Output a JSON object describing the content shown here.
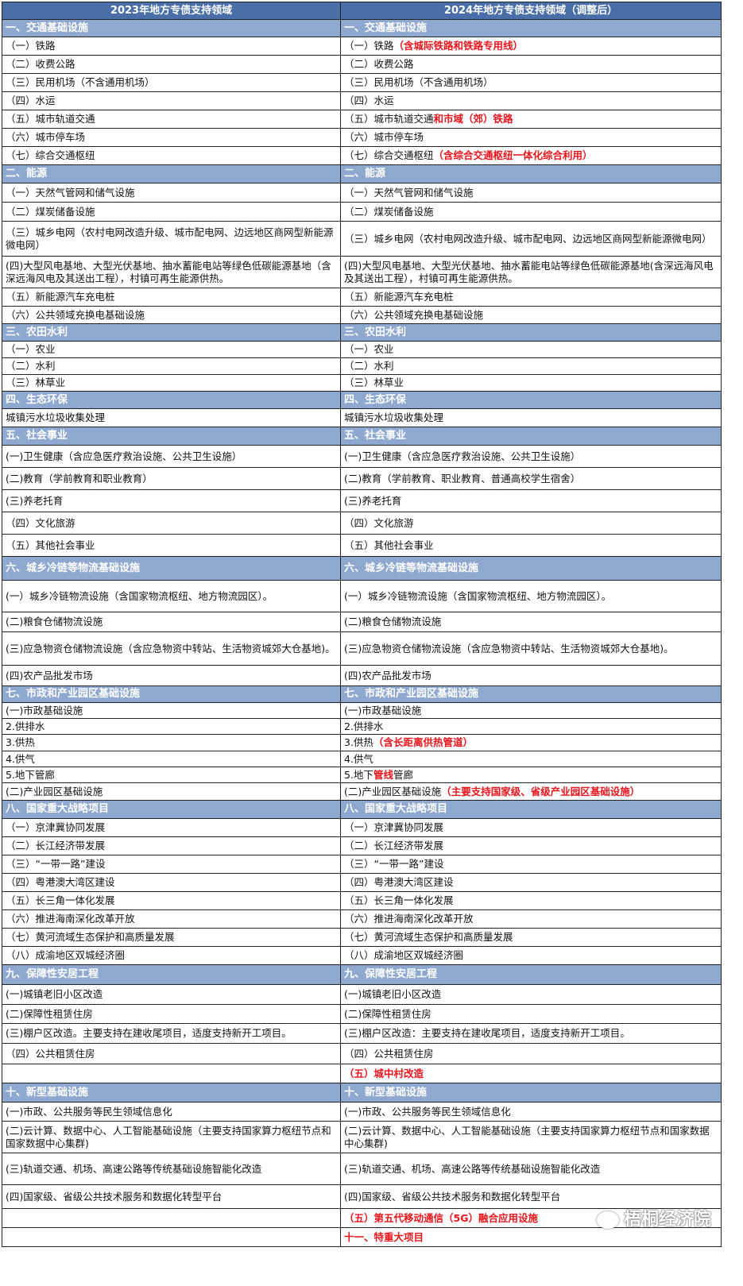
{
  "headers": {
    "left": "2023年地方专债支持领域",
    "right": "2024年地方专债支持领域（调整后）"
  },
  "rows": [
    {
      "t": "h",
      "h": 22,
      "l": "一、交通基础设施",
      "r": [
        [
          "一、交通基础设施",
          false
        ]
      ]
    },
    {
      "t": "n",
      "h": 23,
      "l": "（一）铁路",
      "r": [
        [
          "（一）铁路",
          false
        ],
        [
          "（含城际铁路和铁路专用线）",
          true
        ]
      ]
    },
    {
      "t": "n",
      "h": 23,
      "l": "（二）收费公路",
      "r": [
        [
          "（二）收费公路",
          false
        ]
      ]
    },
    {
      "t": "n",
      "h": 23,
      "l": "（三）民用机场（不含通用机场）",
      "r": [
        [
          "（三）民用机场（不含通用机场）",
          false
        ]
      ]
    },
    {
      "t": "n",
      "h": 23,
      "l": "（四）水运",
      "r": [
        [
          "（四）水运",
          false
        ]
      ]
    },
    {
      "t": "n",
      "h": 23,
      "l": "（五）城市轨道交通",
      "r": [
        [
          "（五）城市轨道交通",
          false
        ],
        [
          "和市域（郊）铁路",
          true
        ]
      ]
    },
    {
      "t": "n",
      "h": 23,
      "l": "（六）城市停车场",
      "r": [
        [
          "（六）城市停车场",
          false
        ]
      ]
    },
    {
      "t": "n",
      "h": 23,
      "l": "（七）综合交通枢纽",
      "r": [
        [
          "（七）综合交通枢纽",
          false
        ],
        [
          "（含综合交通枢纽一体化综合利用）",
          true
        ]
      ]
    },
    {
      "t": "h",
      "h": 23,
      "l": "二、能源",
      "r": [
        [
          "二、能源",
          false
        ]
      ]
    },
    {
      "t": "n",
      "h": 24,
      "l": "（一）天然气管网和储气设施",
      "r": [
        [
          "（一）天然气管网和储气设施",
          false
        ]
      ]
    },
    {
      "t": "n",
      "h": 24,
      "l": "（二）煤炭储备设施",
      "r": [
        [
          "（二）煤炭储备设施",
          false
        ]
      ]
    },
    {
      "t": "n",
      "h": 44,
      "l": "（三）城乡电网（农村电网改造升级、城市配电网、边远地区商网型新能源微电网）",
      "r": [
        [
          "（三）城乡电网（农村电网改造升级、城市配电网、边远地区商网型新能源微电网）",
          false
        ]
      ]
    },
    {
      "t": "n",
      "h": 40,
      "l": "(四)大型风电基地、大型光伏基地、抽水蓄能电站等绿色低碳能源基地（含深远海风电及其送出工程），村镇可再生能源供热。",
      "r": [
        [
          "(四)大型风电基地、大型光伏基地、抽水蓄能电站等绿色低碳能源基地(含深远海风电及其送出工程），村镇可再生能源供热。",
          false
        ]
      ]
    },
    {
      "t": "n",
      "h": 23,
      "l": "（五）新能源汽车充电桩",
      "r": [
        [
          "（五）新能源汽车充电桩",
          false
        ]
      ]
    },
    {
      "t": "n",
      "h": 22,
      "l": "（六）公共领域充换电基础设施",
      "r": [
        [
          "（六）公共领域充换电基础设施",
          false
        ]
      ]
    },
    {
      "t": "h",
      "h": 22,
      "l": "三、农田水利",
      "r": [
        [
          "三、农田水利",
          false
        ]
      ]
    },
    {
      "t": "n",
      "h": 21,
      "l": "（一）农业",
      "r": [
        [
          "（一）农业",
          false
        ]
      ]
    },
    {
      "t": "n",
      "h": 21,
      "l": "（二）水利",
      "r": [
        [
          "（二）水利",
          false
        ]
      ]
    },
    {
      "t": "n",
      "h": 21,
      "l": "（三）林草业",
      "r": [
        [
          "（三）林草业",
          false
        ]
      ]
    },
    {
      "t": "h",
      "h": 22,
      "l": "四、生态环保",
      "r": [
        [
          "四、生态环保",
          false
        ]
      ]
    },
    {
      "t": "n",
      "h": 23,
      "l": "城镇污水垃圾收集处理",
      "r": [
        [
          "城镇污水垃圾收集处理",
          false
        ]
      ]
    },
    {
      "t": "h",
      "h": 23,
      "l": "五、社会事业",
      "r": [
        [
          "五、社会事业",
          false
        ]
      ]
    },
    {
      "t": "n",
      "h": 28,
      "l": "(一)卫生健康（含应急医疗救治设施、公共卫生设施）",
      "r": [
        [
          "(一)卫生健康（含应急医疗救治设施、公共卫生设施）",
          false
        ]
      ]
    },
    {
      "t": "n",
      "h": 28,
      "l": "(二)教育（学前教育和职业教育）",
      "r": [
        [
          "(二)教育（学前教育、职业教育、普通高校学生宿舍）",
          false
        ]
      ]
    },
    {
      "t": "n",
      "h": 28,
      "l": "(三)养老托育",
      "r": [
        [
          "(三)养老托育",
          false
        ]
      ]
    },
    {
      "t": "n",
      "h": 28,
      "l": "（四）文化旅游",
      "r": [
        [
          "（四）文化旅游",
          false
        ]
      ]
    },
    {
      "t": "n",
      "h": 28,
      "l": "（五）其他社会事业",
      "r": [
        [
          "（五）其他社会事业",
          false
        ]
      ]
    },
    {
      "t": "h",
      "h": 30,
      "l": "六、城乡冷链等物流基础设施",
      "r": [
        [
          "六、城乡冷链等物流基础设施",
          false
        ]
      ]
    },
    {
      "t": "n",
      "h": 40,
      "l": "(一）城乡冷链物流设施（含国家物流枢纽、地方物流园区）。",
      "r": [
        [
          "(一）城乡冷链物流设施（含国家物流枢纽、地方物流园区）。",
          false
        ]
      ]
    },
    {
      "t": "n",
      "h": 25,
      "l": "(二)粮食仓储物流设施",
      "r": [
        [
          "(二)粮食仓储物流设施",
          false
        ]
      ]
    },
    {
      "t": "n",
      "h": 42,
      "l": "(三)应急物资仓储物流设施（含应急物资中转站、生活物资城郊大仓基地)。",
      "r": [
        [
          "(三)应急物资仓储物流设施（含应急物资中转站、生活物资城郊大仓基地)。",
          false
        ]
      ]
    },
    {
      "t": "n",
      "h": 26,
      "l": "(四)农产品批发市场",
      "r": [
        [
          "(四)农产品批发市场",
          false
        ]
      ]
    },
    {
      "t": "h",
      "h": 21,
      "l": "七、市政和产业园区基础设施",
      "r": [
        [
          "七、市政和产业园区基础设施",
          false
        ]
      ]
    },
    {
      "t": "n",
      "h": 20,
      "l": "(一)市政基础设施",
      "r": [
        [
          "(一)市政基础设施",
          false
        ]
      ]
    },
    {
      "t": "n",
      "h": 20,
      "l": "2.供排水",
      "r": [
        [
          "2.供排水",
          false
        ]
      ]
    },
    {
      "t": "n",
      "h": 21,
      "l": "3.供热",
      "r": [
        [
          "3.供热",
          false
        ],
        [
          "（含长距离供热管道）",
          true
        ]
      ]
    },
    {
      "t": "n",
      "h": 20,
      "l": "4.供气",
      "r": [
        [
          "4.供气",
          false
        ]
      ]
    },
    {
      "t": "n",
      "h": 20,
      "l": "5.地下管廊",
      "r": [
        [
          "5.地下",
          false
        ],
        [
          "管线",
          true
        ],
        [
          "管廊",
          false
        ]
      ]
    },
    {
      "t": "n",
      "h": 22,
      "l": "(二)产业园区基础设施",
      "r": [
        [
          "(二)产业园区基础设施",
          false
        ],
        [
          "（主要支持国家级、省级产业园区基础设施）",
          true
        ]
      ]
    },
    {
      "t": "h",
      "h": 23,
      "l": "八、国家重大战略项目",
      "r": [
        [
          "八、国家重大战略项目",
          false
        ]
      ]
    },
    {
      "t": "n",
      "h": 23,
      "l": "（一）京津冀协同发展",
      "r": [
        [
          "（一）京津冀协同发展",
          false
        ]
      ]
    },
    {
      "t": "n",
      "h": 23,
      "l": "（二）长江经济带发展",
      "r": [
        [
          "（二）长江经济带发展",
          false
        ]
      ]
    },
    {
      "t": "n",
      "h": 23,
      "l": "（三）“一带一路”建设",
      "r": [
        [
          "（三）“一带一路”建设",
          false
        ]
      ]
    },
    {
      "t": "n",
      "h": 23,
      "l": "（四）粤港澳大湾区建设",
      "r": [
        [
          "（四）粤港澳大湾区建设",
          false
        ]
      ]
    },
    {
      "t": "n",
      "h": 23,
      "l": "（五）长三角一体化发展",
      "r": [
        [
          "（五）长三角一体化发展",
          false
        ]
      ]
    },
    {
      "t": "n",
      "h": 23,
      "l": "（六）推进海南深化改革开放",
      "r": [
        [
          "（六）推进海南深化改革开放",
          false
        ]
      ]
    },
    {
      "t": "n",
      "h": 23,
      "l": "（七）黄河流域生态保护和高质量发展",
      "r": [
        [
          "（七）黄河流域生态保护和高质量发展",
          false
        ]
      ]
    },
    {
      "t": "n",
      "h": 23,
      "l": "（八）成渝地区双城经济圈",
      "r": [
        [
          "（八）成渝地区双城经济圈",
          false
        ]
      ]
    },
    {
      "t": "h",
      "h": 25,
      "l": "九、保障性安居工程",
      "r": [
        [
          "九、保障性安居工程",
          false
        ]
      ]
    },
    {
      "t": "n",
      "h": 25,
      "l": "(一)城镇老旧小区改造",
      "r": [
        [
          "(一)城镇老旧小区改造",
          false
        ]
      ]
    },
    {
      "t": "n",
      "h": 24,
      "l": "(二)保障性租赁住房",
      "r": [
        [
          "(二)保障性租赁住房",
          false
        ]
      ]
    },
    {
      "t": "n",
      "h": 25,
      "l": "(三)棚户区改造。主要支持在建收尾项目，适度支持新开工项目。",
      "r": [
        [
          "(三)棚户区改造：主要支持在建收尾项目，适度支持新开工项目。",
          false
        ]
      ]
    },
    {
      "t": "n",
      "h": 26,
      "l": "（四）公共租赁住房",
      "r": [
        [
          "（四）公共租赁住房",
          false
        ]
      ]
    },
    {
      "t": "n",
      "h": 24,
      "l": "",
      "r": [
        [
          "（五）城中村改造",
          true
        ]
      ]
    },
    {
      "t": "h",
      "h": 24,
      "l": "十、新型基础设施",
      "r": [
        [
          "十、新型基础设施",
          false
        ]
      ]
    },
    {
      "t": "n",
      "h": 24,
      "l": "(一)市政、公共服务等民生领域信息化",
      "r": [
        [
          "(一)市政、公共服务等民生领域信息化",
          false
        ]
      ]
    },
    {
      "t": "n",
      "h": 40,
      "l": "(二)云计算、数据中心、人工智能基础设施（主要支持国家算力枢纽节点和国家数据中心集群)",
      "r": [
        [
          "(二)云计算、数据中心、人工智能基础设施（主要支持国家算力枢纽节点和国家数据中心集群)",
          false
        ]
      ]
    },
    {
      "t": "n",
      "h": 40,
      "l": "(三)轨道交通、机场、高速公路等传统基础设施智能化改造",
      "r": [
        [
          "(三)轨道交通、机场、高速公路等传统基础设施智能化改造",
          false
        ]
      ]
    },
    {
      "t": "n",
      "h": 30,
      "l": "(四)国家级、省级公共技术服务和数据化转型平台",
      "r": [
        [
          "(四)国家级、省级公共技术服务和数据化转型平台",
          false
        ]
      ]
    },
    {
      "t": "n",
      "h": 24,
      "l": "",
      "r": [
        [
          "（五）第五代移动通信（5G）融合应用设施",
          true
        ]
      ]
    },
    {
      "t": "n",
      "h": 24,
      "l": "",
      "r": [
        [
          "十一、特重大项目",
          true
        ]
      ]
    }
  ],
  "watermark": {
    "text": "梧桐经济院",
    "icon": "wechat-icon"
  }
}
